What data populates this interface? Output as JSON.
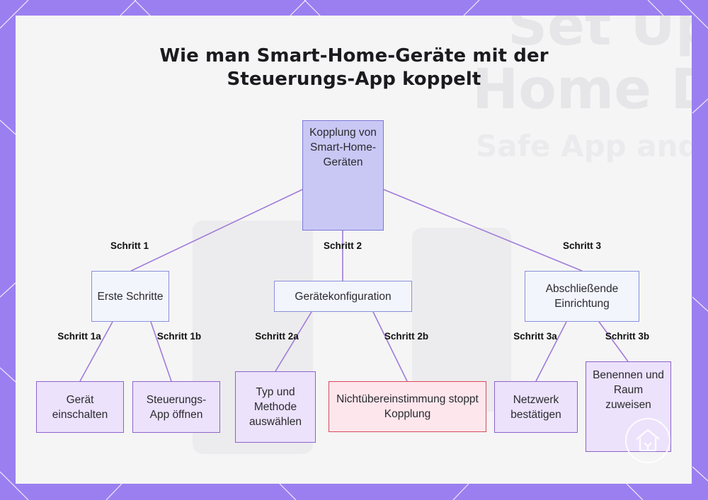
{
  "title": {
    "line1": "Wie man Smart-Home-Geräte mit der",
    "line2": "Steuerungs-App koppelt"
  },
  "colors": {
    "frame": "#9b7ff0",
    "root_fill": "#c9c8f5",
    "mid_fill": "#f3f5fc",
    "leaf_fill": "#ece2fb",
    "error_fill": "#fde6ec",
    "error_border": "#d9485a",
    "edge": "#a07ad8"
  },
  "diagram": {
    "root": {
      "label": "Kopplung von Smart-Home-Geräten"
    },
    "steps": [
      {
        "edge_label": "Schritt 1",
        "label": "Erste Schritte",
        "children": [
          {
            "edge_label": "Schritt 1a",
            "label": "Gerät einschalten"
          },
          {
            "edge_label": "Schritt 1b",
            "label": "Steuerungs-App öffnen"
          }
        ]
      },
      {
        "edge_label": "Schritt 2",
        "label": "Gerätekonfiguration",
        "children": [
          {
            "edge_label": "Schritt 2a",
            "label": "Typ und Methode auswählen"
          },
          {
            "edge_label": "Schritt 2b",
            "label": "Nichtübereinstimmung stoppt Kopplung"
          }
        ]
      },
      {
        "edge_label": "Schritt 3",
        "label": "Abschließende Einrichtung",
        "children": [
          {
            "edge_label": "Schritt 3a",
            "label": "Netzwerk bestätigen"
          },
          {
            "edge_label": "Schritt 3b",
            "label": "Benennen und Raum zuweisen"
          }
        ]
      }
    ]
  }
}
